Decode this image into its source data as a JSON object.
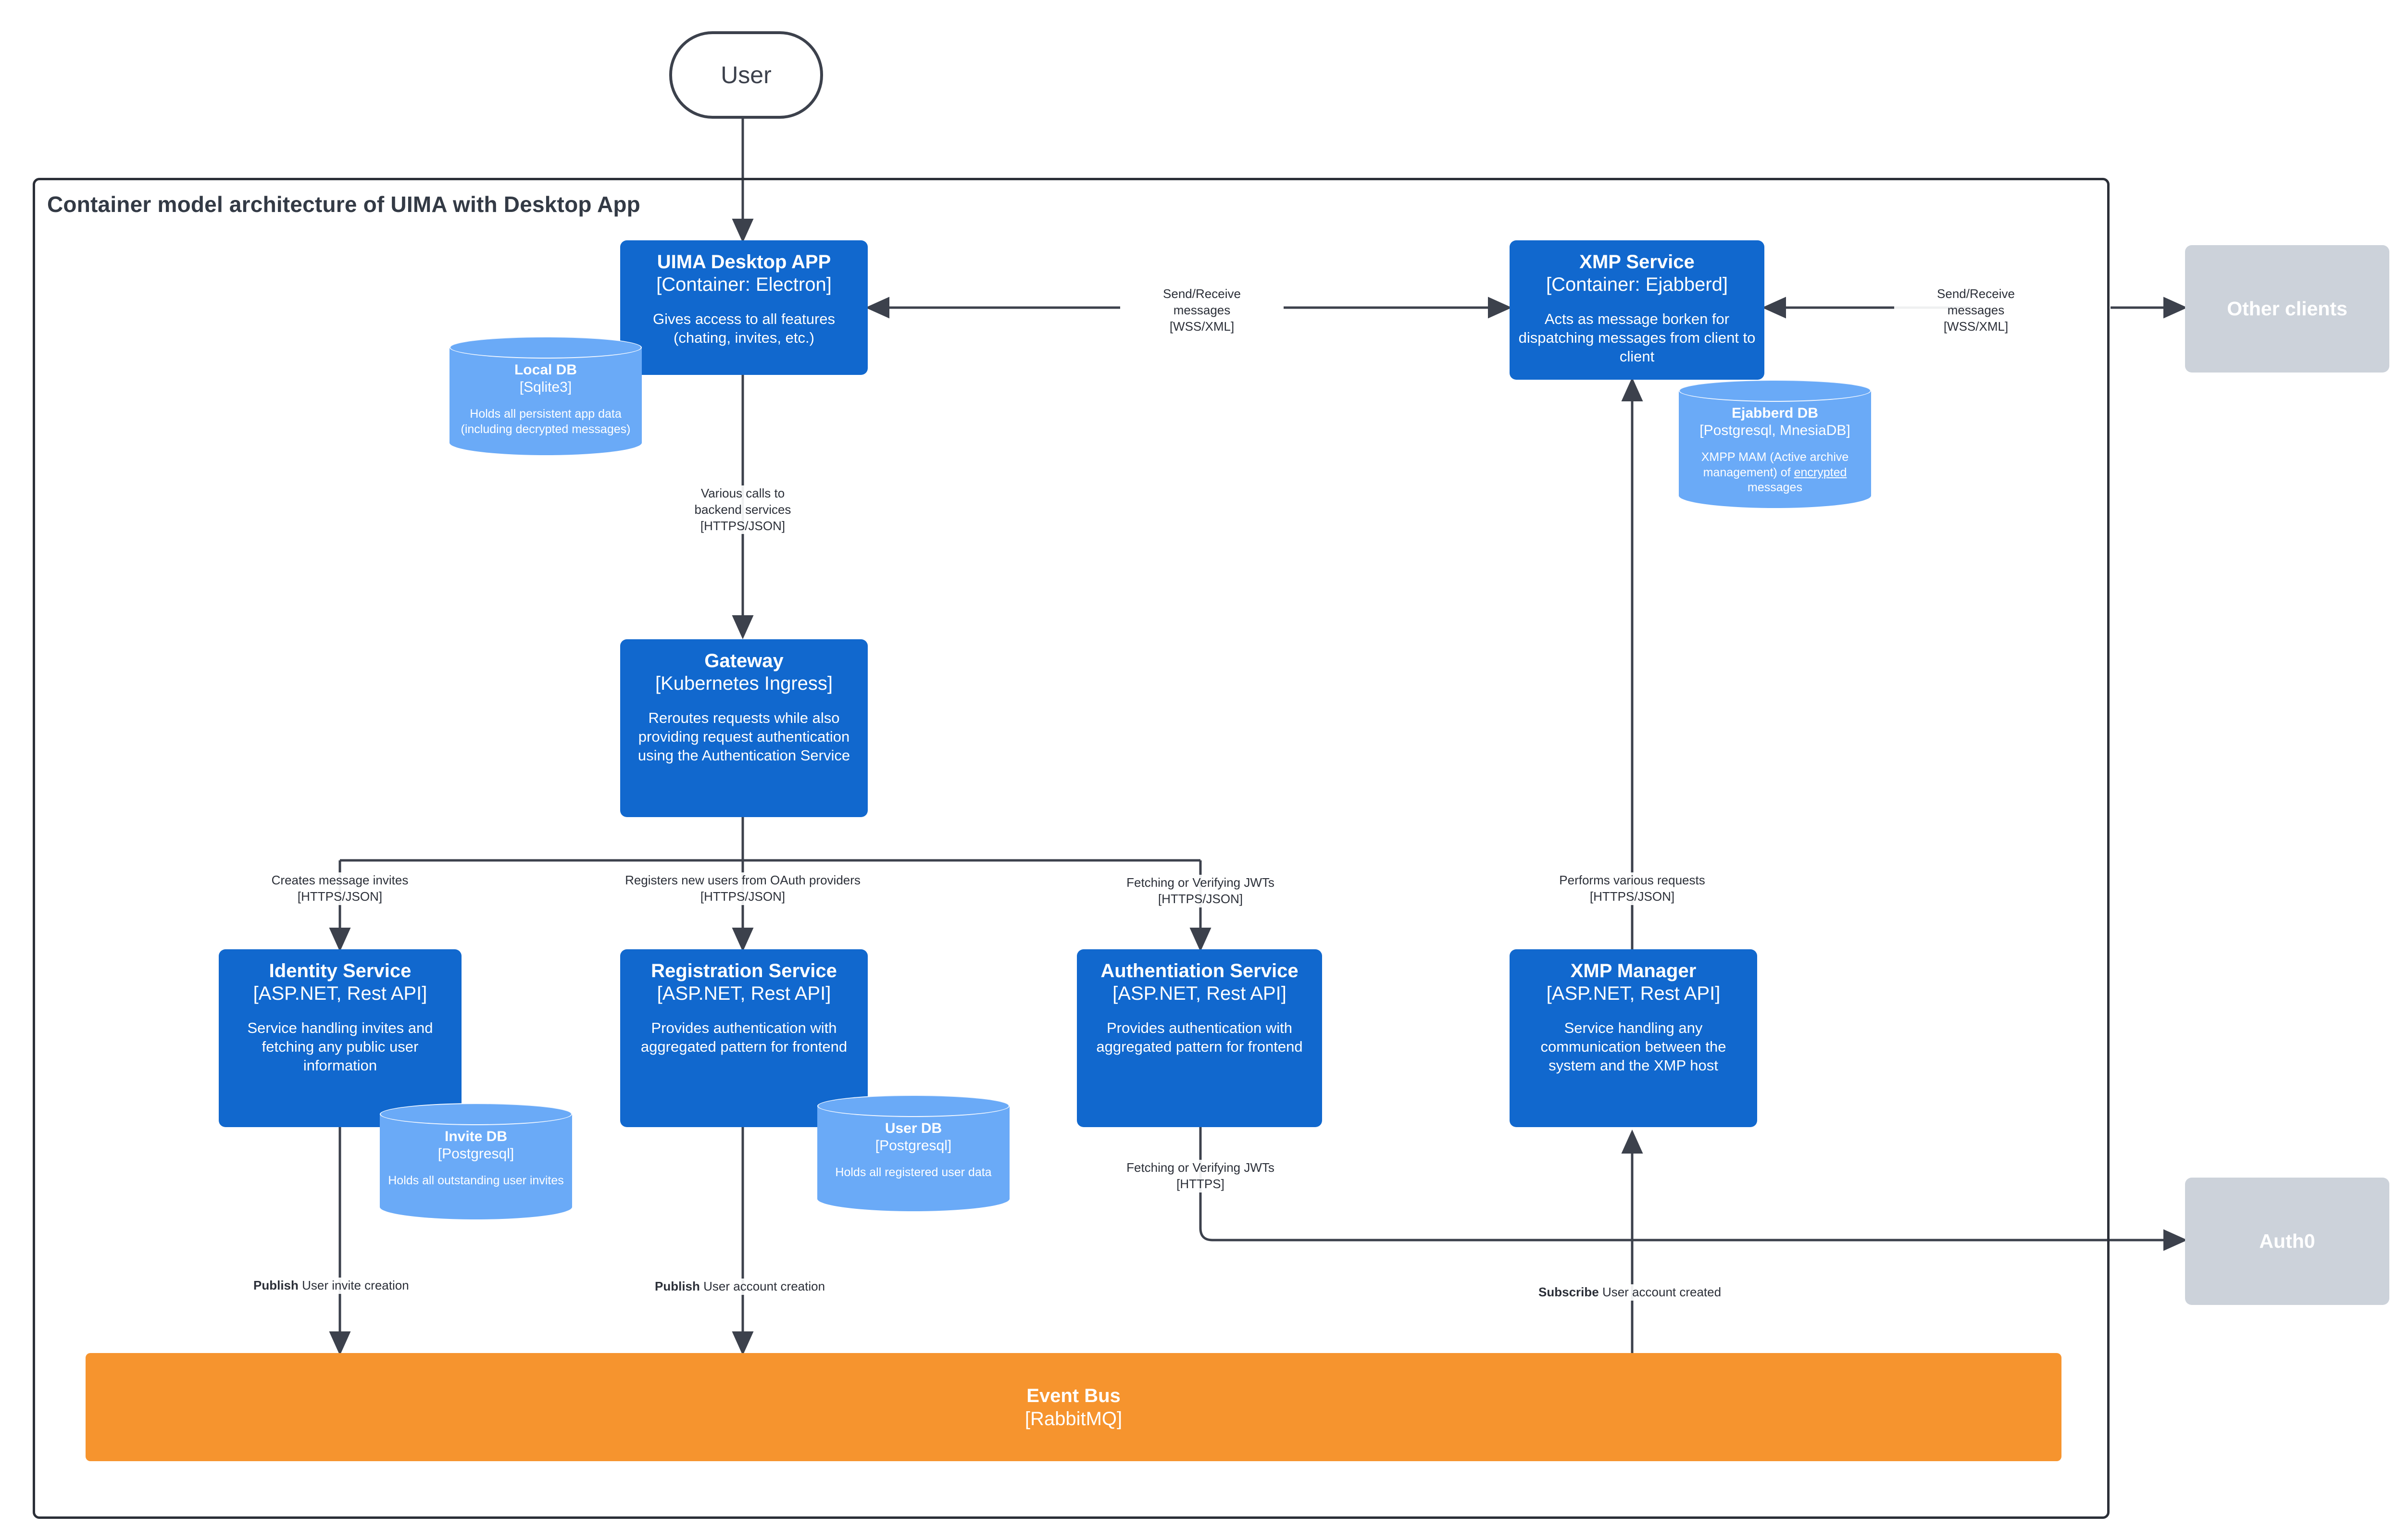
{
  "diagram": {
    "boundary_title": "Container model architecture of UIMA with Desktop App",
    "person": {
      "label": "User"
    }
  },
  "nodes": {
    "desktop_app": {
      "title": "UIMA Desktop APP",
      "tech": "[Container: Electron]",
      "desc": "Gives access to all features (chating, invites, etc.)"
    },
    "xmp_service": {
      "title": "XMP Service",
      "tech": "[Container: Ejabberd]",
      "desc": "Acts as message borken for dispatching messages from client to client"
    },
    "gateway": {
      "title": "Gateway",
      "tech": "[Kubernetes Ingress]",
      "desc": "Reroutes requests while also providing request authentication using the Authentication Service"
    },
    "identity": {
      "title": "Identity Service",
      "tech": "[ASP.NET, Rest API]",
      "desc": "Service handling invites and fetching any public user information"
    },
    "registration": {
      "title": "Registration Service",
      "tech": "[ASP.NET, Rest API]",
      "desc": "Provides authentication with aggregated pattern for frontend"
    },
    "authentication": {
      "title": "Authentiation Service",
      "tech": "[ASP.NET, Rest API]",
      "desc": "Provides authentication with aggregated pattern for frontend"
    },
    "xmp_manager": {
      "title": "XMP Manager",
      "tech": "[ASP.NET, Rest API]",
      "desc": "Service handling any communication between the system and the XMP host"
    },
    "other_clients": {
      "title": "Other clients"
    },
    "auth0": {
      "title": "Auth0"
    },
    "event_bus": {
      "title": "Event Bus",
      "tech": "[RabbitMQ]"
    }
  },
  "databases": {
    "local_db": {
      "title": "Local DB",
      "tech": "[Sqlite3]",
      "desc": "Holds all persistent app data (including decrypted messages)"
    },
    "ejabberd_db": {
      "title": "Ejabberd DB",
      "tech": "[Postgresql, MnesiaDB]",
      "desc_pre": "XMPP MAM (Active archive management) of ",
      "desc_underline": "encrypted",
      "desc_post": " messages"
    },
    "invite_db": {
      "title": "Invite DB",
      "tech": "[Postgresql]",
      "desc": "Holds all outstanding user invites"
    },
    "user_db": {
      "title": "User DB",
      "tech": "[Postgresql]",
      "desc": "Holds all registered user data"
    }
  },
  "edge_labels": {
    "send_receive_left": {
      "line1": "Send/Receive",
      "line2": "messages",
      "line3": "[WSS/XML]"
    },
    "send_receive_right": {
      "line1": "Send/Receive",
      "line2": "messages",
      "line3": "[WSS/XML]"
    },
    "various_calls": {
      "line1": "Various calls to",
      "line2": "backend services",
      "line3": "[HTTPS/JSON]"
    },
    "creates_invites": {
      "line1": "Creates message invites",
      "line2": "[HTTPS/JSON]"
    },
    "registers_users": {
      "line1": "Registers new users from OAuth providers",
      "line2": "[HTTPS/JSON]"
    },
    "jwts_gateway": {
      "line1": "Fetching or Verifying JWTs",
      "line2": "[HTTPS/JSON]"
    },
    "performs_requests": {
      "line1": "Performs various requests",
      "line2": "[HTTPS/JSON]"
    },
    "jwts_auth0": {
      "line1": "Fetching or Verifying JWTs",
      "line2": "[HTTPS]"
    },
    "publish_invite": {
      "bold": "Publish",
      "rest": " User invite creation"
    },
    "publish_account": {
      "bold": "Publish",
      "rest": " User account creation"
    },
    "subscribe_account": {
      "bold": "Subscribe",
      "rest": " User account created"
    }
  },
  "colors": {
    "container_blue": "#1168ce",
    "database_blue": "#6aaaf7",
    "external_grey": "#ccd2da",
    "event_bus_orange": "#f6942e",
    "line_dark": "#3c414c",
    "boundary_dark": "#2b2f38"
  }
}
